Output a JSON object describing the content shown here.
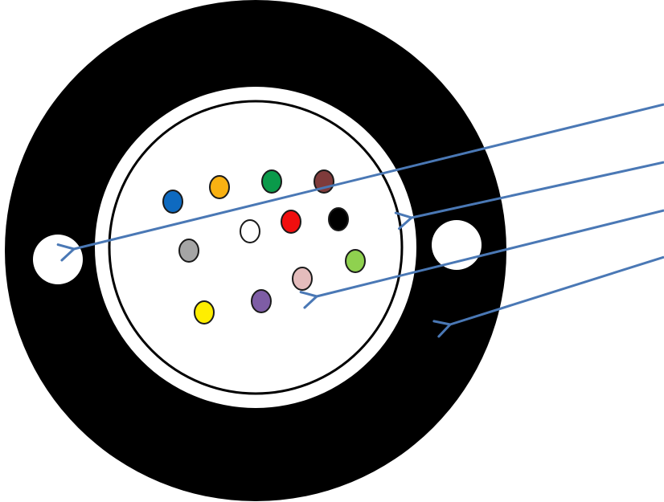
{
  "diagram": {
    "kind": "fiber-optic-cable-cross-section",
    "colors": {
      "background": "#ffffff",
      "outer_jacket": "#000000",
      "inner_tube_fill": "#ffffff",
      "tube_outline": "#000000",
      "strength_member": "#ffffff",
      "pointer_line": "#4a78b5"
    },
    "fibers": [
      {
        "color_name": "blue",
        "color": "#0e6ac0"
      },
      {
        "color_name": "orange",
        "color": "#f9b112"
      },
      {
        "color_name": "green",
        "color": "#0a9a4a"
      },
      {
        "color_name": "brown",
        "color": "#7f3b3b"
      },
      {
        "color_name": "white",
        "color": "#ffffff"
      },
      {
        "color_name": "red",
        "color": "#f00e0e"
      },
      {
        "color_name": "black",
        "color": "#000000"
      },
      {
        "color_name": "gray",
        "color": "#a5a5a5"
      },
      {
        "color_name": "lime",
        "color": "#8fd14f"
      },
      {
        "color_name": "pink",
        "color": "#e4bcbc"
      },
      {
        "color_name": "violet",
        "color": "#7e5da5"
      },
      {
        "color_name": "yellow",
        "color": "#ffee00"
      }
    ],
    "pointers": [
      {
        "points_to": "strength-member-left"
      },
      {
        "points_to": "loose-tube-wall"
      },
      {
        "points_to": "fiber-bundle"
      },
      {
        "points_to": "outer-jacket"
      }
    ]
  }
}
